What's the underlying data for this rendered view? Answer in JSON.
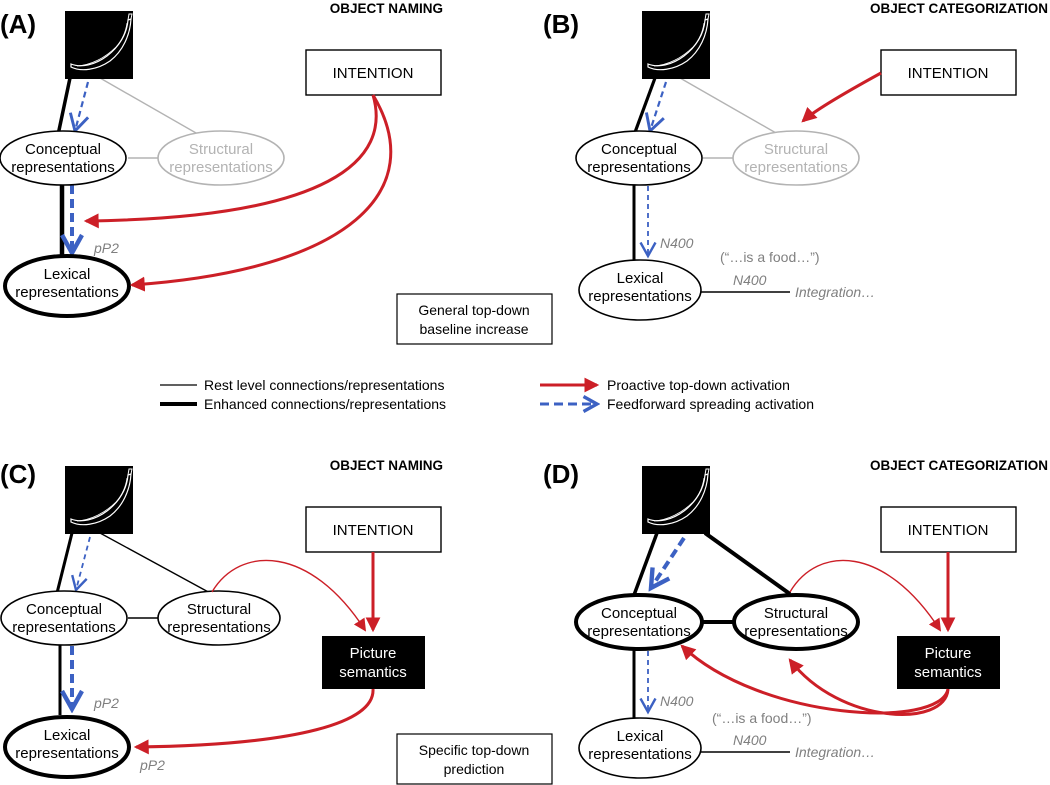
{
  "colors": {
    "red": "#cc1f27",
    "blue": "#3c61c3",
    "gray": "#b3b3b3",
    "black": "#000000"
  },
  "icons": {
    "object_picture": "banana-outline-icon"
  },
  "panels": [
    {
      "letter": "(A)",
      "title": "OBJECT NAMING",
      "intention": "INTENTION",
      "conceptual": [
        "Conceptual",
        "representations"
      ],
      "structural": [
        "Structural",
        "representations"
      ],
      "lexical": [
        "Lexical",
        "representations"
      ],
      "label_upper": "pP2",
      "box": [
        "General top-down",
        "baseline increase"
      ]
    },
    {
      "letter": "(B)",
      "title": "OBJECT CATEGORIZATION",
      "intention": "INTENTION",
      "conceptual": [
        "Conceptual",
        "representations"
      ],
      "structural": [
        "Structural",
        "representations"
      ],
      "lexical": [
        "Lexical",
        "representations"
      ],
      "label_upper": "N400",
      "label_right": "N400",
      "quote": "(“…is a food…”)",
      "integration": "Integration…"
    },
    {
      "letter": "(C)",
      "title": "OBJECT NAMING",
      "intention": "INTENTION",
      "conceptual": [
        "Conceptual",
        "representations"
      ],
      "structural": [
        "Structural",
        "representations"
      ],
      "lexical": [
        "Lexical",
        "representations"
      ],
      "semantics": [
        "Picture",
        "semantics"
      ],
      "label_upper": "pP2",
      "label_lower": "pP2",
      "box": [
        "Specific top-down",
        "prediction"
      ]
    },
    {
      "letter": "(D)",
      "title": "OBJECT CATEGORIZATION",
      "intention": "INTENTION",
      "conceptual": [
        "Conceptual",
        "representations"
      ],
      "structural": [
        "Structural",
        "representations"
      ],
      "lexical": [
        "Lexical",
        "representations"
      ],
      "semantics": [
        "Picture",
        "semantics"
      ],
      "label_upper": "N400",
      "label_right": "N400",
      "quote": "(“…is a food…”)",
      "integration": "Integration…"
    }
  ],
  "legend": {
    "rest": "Rest level connections/representations",
    "enhanced": "Enhanced connections/representations",
    "proactive": "Proactive top-down activation",
    "feedforward": "Feedforward spreading activation"
  }
}
